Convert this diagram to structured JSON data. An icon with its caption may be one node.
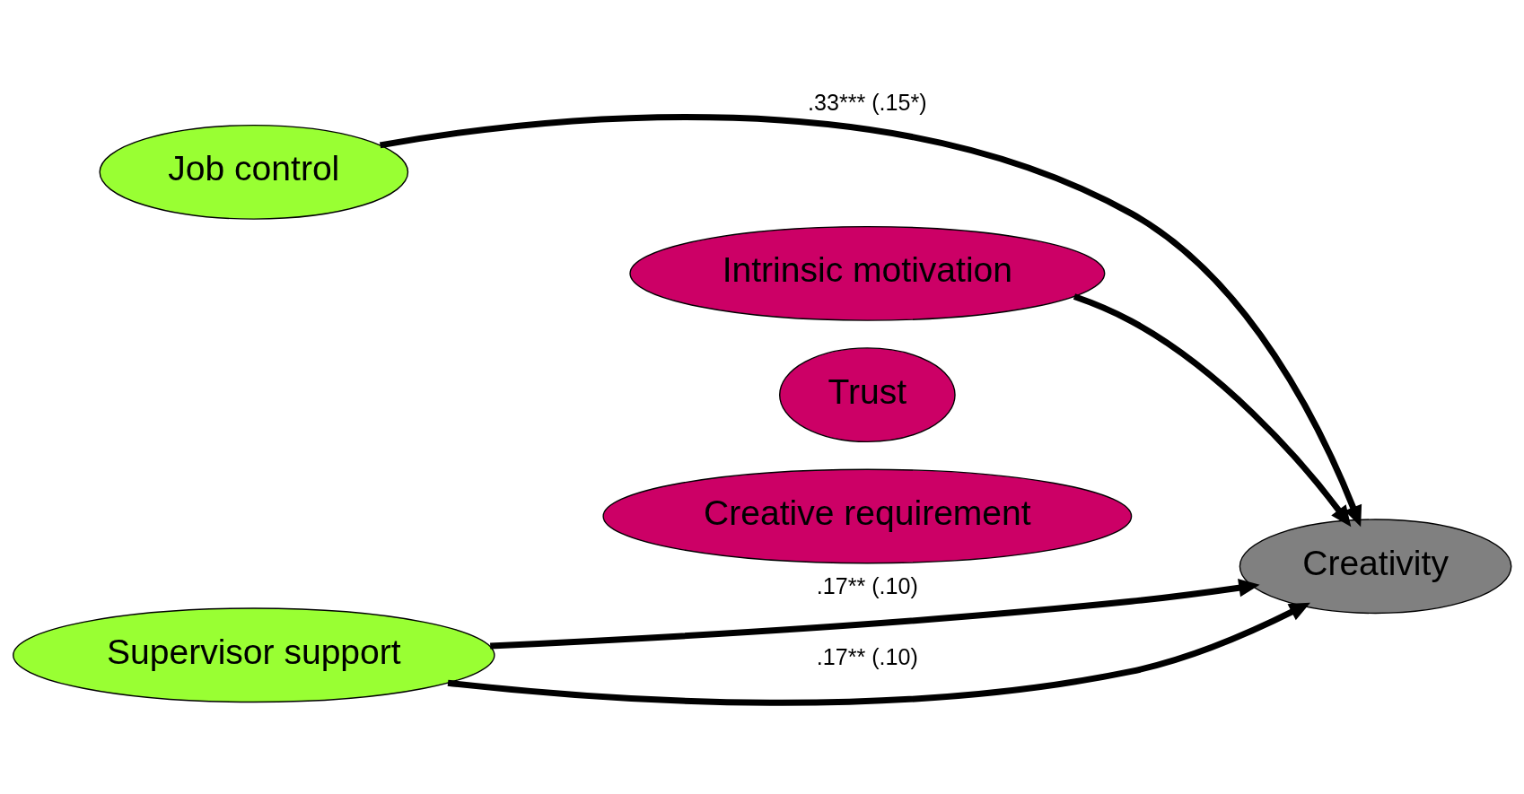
{
  "diagram": {
    "nodes": [
      {
        "text": [
          "Intrinsic motivation"
        ]
      },
      {
        "text": [
          "Job control"
        ]
      },
      {
        "text": [
          "Creative requirement"
        ]
      },
      {
        "text": [
          "Creativity"
        ]
      },
      {
        "text": [
          "Supervisor support"
        ]
      },
      {
        "text": [
          "Trust"
        ]
      }
    ],
    "edges": [
      {
        "from": 0,
        "to": 3,
        "arrow": "to"
      },
      {
        "from": 1,
        "to": 3,
        "arrow": "to",
        "label": ".33*** (.15*)"
      },
      {
        "from": 4,
        "to": 3,
        "arrow": "to",
        "label": ".17** (.10)"
      },
      {
        "from": 4,
        "to": 3,
        "arrow": "to",
        "label": ".17** (.10)"
      }
    ]
  }
}
